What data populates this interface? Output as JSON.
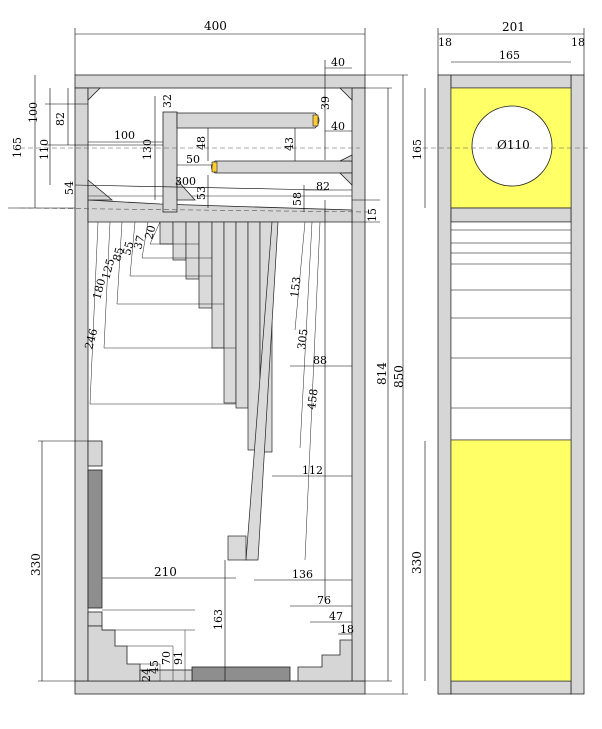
{
  "colors": {
    "panel": "#d6d6d6",
    "dark_panel": "#8e8e8e",
    "damping": "#ffff66",
    "line": "#000000"
  },
  "side": {
    "width": "400",
    "total_height": "850",
    "inner_height": "814",
    "top": {
      "d40a": "40",
      "d39": "39",
      "d40b": "40",
      "d32": "32",
      "d100a": "100",
      "d82a": "82",
      "d165": "165",
      "d110": "110",
      "d54": "54",
      "d100b": "100",
      "d130": "130",
      "d48": "48",
      "d43": "43",
      "d50": "50",
      "d300": "300",
      "d53": "53",
      "d82b": "82",
      "d58": "58",
      "d15": "15"
    },
    "fins": [
      "20",
      "37",
      "55",
      "85",
      "125",
      "180",
      "246"
    ],
    "fins_right": [
      "153",
      "305",
      "458"
    ],
    "right_gaps": [
      "88",
      "112",
      "136"
    ],
    "bottom": {
      "d330": "330",
      "d210": "210",
      "d163": "163",
      "d91": "91",
      "d70": "70",
      "d45": "45",
      "d24": "24",
      "d76": "76",
      "d47": "47",
      "d18": "18"
    }
  },
  "front": {
    "width": "201",
    "wall_left": "18",
    "wall_right": "18",
    "inner_width": "165",
    "height_top": "165",
    "driver": "Ø110",
    "height_bottom": "330"
  }
}
